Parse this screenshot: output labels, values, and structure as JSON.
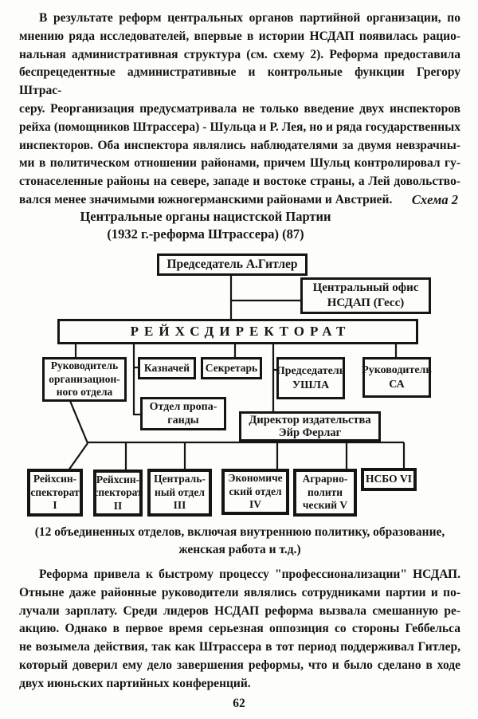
{
  "paragraphs": {
    "top": {
      "lines": [
        "В результате реформ центральных органов партийной организации, по",
        "мнению ряда исследователей, впервые в истории НСДАП появилась рацио-",
        "нальная административная структура (см. схему 2). Реформа предоставила",
        "беспрецедентные административные и контрольные функции Грегору Штрас-",
        "серу. Реорганизация предусматривала не только введение двух инспекторов",
        "рейха (помощников Штрассера) - Шульца и Р. Лея, но и ряда государственных",
        "инспекторов. Оба инспектора являлись наблюдателями за двумя невзрачны-",
        "ми в политическом отношении районами, причем Шульц контролировал гу-",
        "стонаселенные районы на севере, западе и востоке страны, а Лей довольство-",
        "вался менее значимыми южногерманскими районами и Австрией."
      ]
    },
    "bottom": {
      "lines": [
        "Реформа привела к быстрому процессу \"профессионализации\" НСДАП.",
        "Отныне даже районные руководители являлись сотрудниками партии и по-",
        "лучали зарплату. Среди лидеров НСДАП реформа вызвала смешанную ре-",
        "акцию. Однако в первое время серьезная оппозиция со стороны Геббельса",
        "не возымела действия, так как Штрассера в тот период поддерживал Гитлер,",
        "который доверил ему дело завершения реформы, что и было сделано в ходе",
        "двух июньских партийных конференций."
      ]
    }
  },
  "schema_label": "Схема 2",
  "chart": {
    "title_line1": "Центральные органы нацистской Партии",
    "title_line2": "(1932 г.-реформа Штрассера) (87)",
    "caption_line1": "(12 объединенных отделов, включая внутреннюю политику, образование,",
    "caption_line2": "женская работа и т.д.)",
    "nodes": {
      "hitler": {
        "label": "Председатель А.Гитлер"
      },
      "office": {
        "lines": [
          "Центральный офис",
          "НСДАП (Гесс)"
        ]
      },
      "reichs": {
        "label": "РЕЙХСДИРЕКТОРАТ"
      },
      "org": {
        "lines": [
          "Руководитель",
          "организацион-",
          "ного отдела"
        ]
      },
      "treasurer": {
        "label": "Казначей"
      },
      "secretary": {
        "label": "Секретарь"
      },
      "ushla": {
        "lines": [
          "Председатель",
          "УШЛА"
        ]
      },
      "sa": {
        "lines": [
          "Руководитель",
          "СА"
        ]
      },
      "propaganda": {
        "lines": [
          "Отдел пропа-",
          "ганды"
        ]
      },
      "verlag": {
        "lines": [
          "Директор издательства",
          "Эйр Ферлаг"
        ]
      },
      "insp1": {
        "lines": [
          "Рейхсин-",
          "спекторат",
          "I"
        ]
      },
      "insp2": {
        "lines": [
          "Рейхсин-",
          "спекторат",
          "II"
        ]
      },
      "central3": {
        "lines": [
          "Централь-",
          "ный отдел",
          "III"
        ]
      },
      "econ4": {
        "lines": [
          "Экономиче",
          "ский отдел IV"
        ]
      },
      "agrar5": {
        "lines": [
          "Аграрно-",
          "полити",
          "ческий V"
        ]
      },
      "nsbo6": {
        "label": "НСБО VI"
      }
    }
  },
  "page": {
    "number": "62"
  },
  "colors": {
    "ink": "#151515",
    "paper": "#fdfdfb"
  }
}
